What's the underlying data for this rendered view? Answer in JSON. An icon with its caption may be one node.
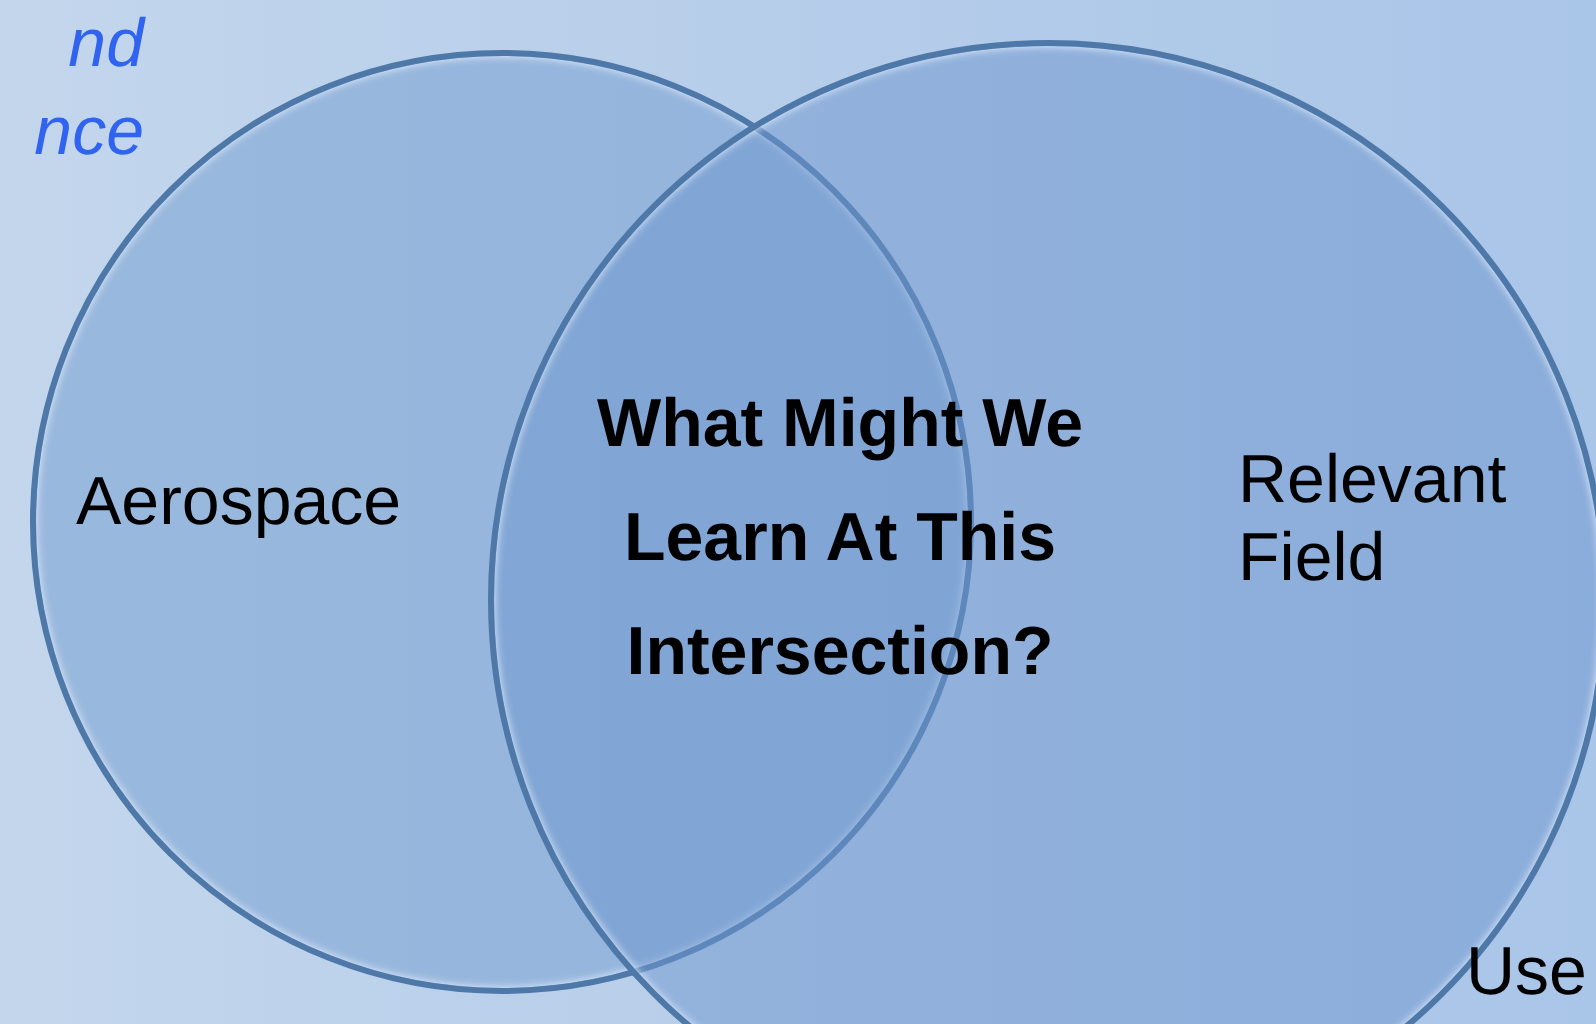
{
  "diagram": {
    "nodes": [
      {
        "text": [
          "Aerospace"
        ]
      },
      {
        "text": [
          "Relevant Field"
        ]
      }
    ],
    "edges": [],
    "labels": [
      "nd nce",
      "What Might We Learn At This Intersection?",
      "Use"
    ]
  }
}
